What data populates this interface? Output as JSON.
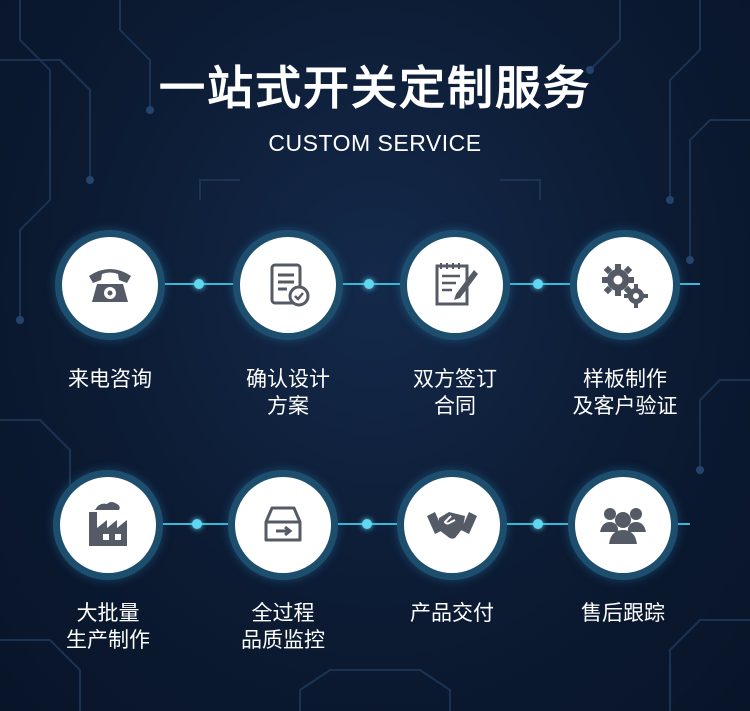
{
  "header": {
    "title": "一站式开关定制服务",
    "subtitle": "CUSTOM SERVICE"
  },
  "colors": {
    "background": "#0c1b33",
    "ring": "#1e4e6e",
    "connector": "#3ab8d8",
    "icon": "#555b66"
  },
  "steps_row1": [
    {
      "icon": "telephone-icon",
      "line1": "来电咨询",
      "line2": ""
    },
    {
      "icon": "document-check-icon",
      "line1": "确认设计",
      "line2": "方案"
    },
    {
      "icon": "contract-sign-icon",
      "line1": "双方签订",
      "line2": "合同"
    },
    {
      "icon": "gears-icon",
      "line1": "样板制作",
      "line2": "及客户验证"
    }
  ],
  "steps_row2": [
    {
      "icon": "factory-icon",
      "line1": "大批量",
      "line2": "生产制作"
    },
    {
      "icon": "inbox-icon",
      "line1": "全过程",
      "line2": "品质监控"
    },
    {
      "icon": "handshake-icon",
      "line1": "产品交付",
      "line2": ""
    },
    {
      "icon": "people-group-icon",
      "line1": "售后跟踪",
      "line2": ""
    }
  ]
}
